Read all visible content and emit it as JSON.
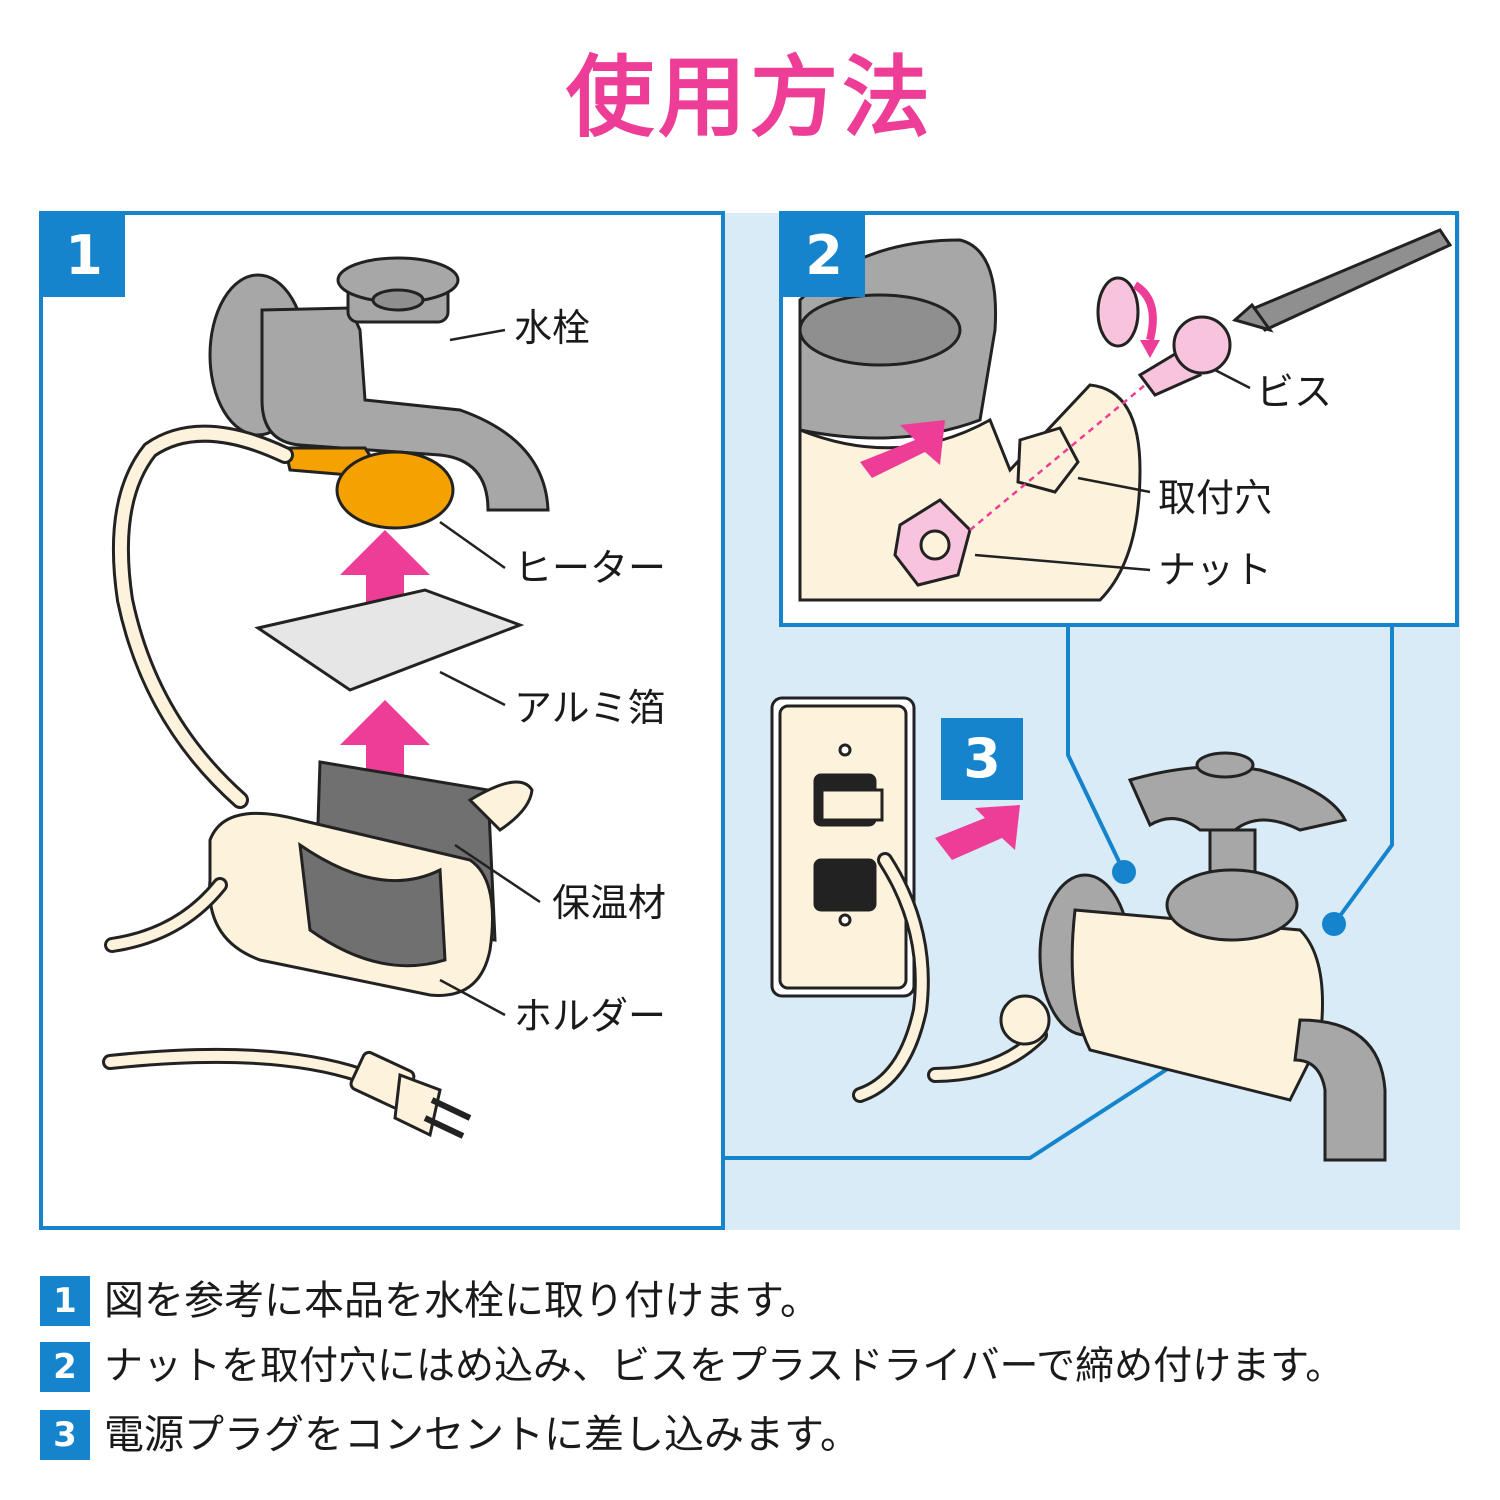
{
  "title": "使用方法",
  "steps": [
    {
      "number": "1"
    },
    {
      "number": "2"
    },
    {
      "number": "3"
    }
  ],
  "labels": {
    "faucet": "水栓",
    "heater": "ヒーター",
    "foil": "アルミ箔",
    "insulation": "保温材",
    "holder": "ホルダー",
    "screw": "ビス",
    "mounting_hole": "取付穴",
    "nut": "ナット"
  },
  "instructions": [
    {
      "number": "1",
      "text": "図を参考に本品を水栓に取り付けます。"
    },
    {
      "number": "2",
      "text": "ナットを取付穴にはめ込み、ビスをプラスドライバーで締め付けます。"
    },
    {
      "number": "3",
      "text": "電源プラグをコンセントに差し込みます。"
    }
  ],
  "colors": {
    "accent": "#ee3d96",
    "step_blue": "#1584cd",
    "panel_bg": "#d8ebf7",
    "heater_orange": "#f5a100",
    "cream": "#fdf3dc",
    "metal_gray": "#a7a7a7"
  }
}
